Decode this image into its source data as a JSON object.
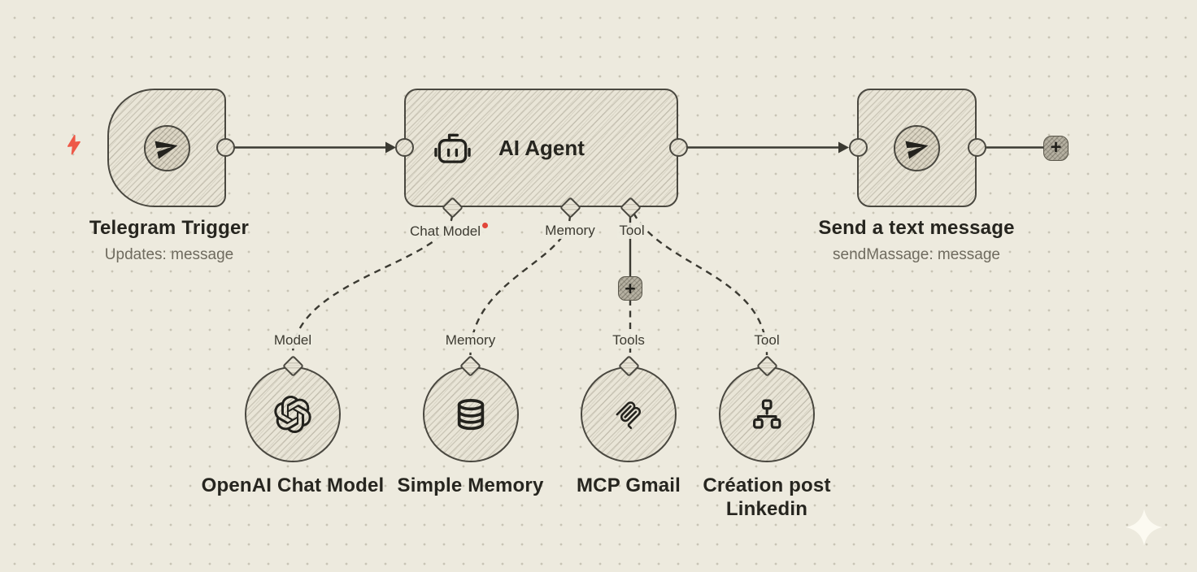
{
  "palette": {
    "canvas_bg": "#edeade",
    "ink": "#3b3a32",
    "accent_red": "#ee5847",
    "required_marker_color": "#e2463a"
  },
  "nodes": {
    "telegram_trigger": {
      "title": "Telegram Trigger",
      "subtitle": "Updates: message",
      "icon": "telegram-send-icon",
      "type": "trigger"
    },
    "ai_agent": {
      "title": "AI Agent",
      "icon": "robot-icon",
      "input_ports": [
        {
          "label": "Chat Model",
          "required": true
        },
        {
          "label": "Memory",
          "required": false
        },
        {
          "label": "Tool",
          "required": false
        }
      ]
    },
    "send_text_message": {
      "title": "Send a text message",
      "subtitle": "sendMassage: message",
      "icon": "telegram-send-icon"
    },
    "openai_chat_model": {
      "title": "OpenAI Chat Model",
      "port_label": "Model",
      "icon": "openai-icon"
    },
    "simple_memory": {
      "title": "Simple Memory",
      "port_label": "Memory",
      "icon": "database-icon"
    },
    "mcp_gmail": {
      "title": "MCP Gmail",
      "port_label": "Tools",
      "icon": "mcp-icon"
    },
    "creation_post_linkedin": {
      "title": "Création post Linkedin",
      "port_label": "Tool",
      "icon": "sitemap-icon"
    }
  },
  "buttons": {
    "add_node": "+",
    "add_tool": "+"
  }
}
